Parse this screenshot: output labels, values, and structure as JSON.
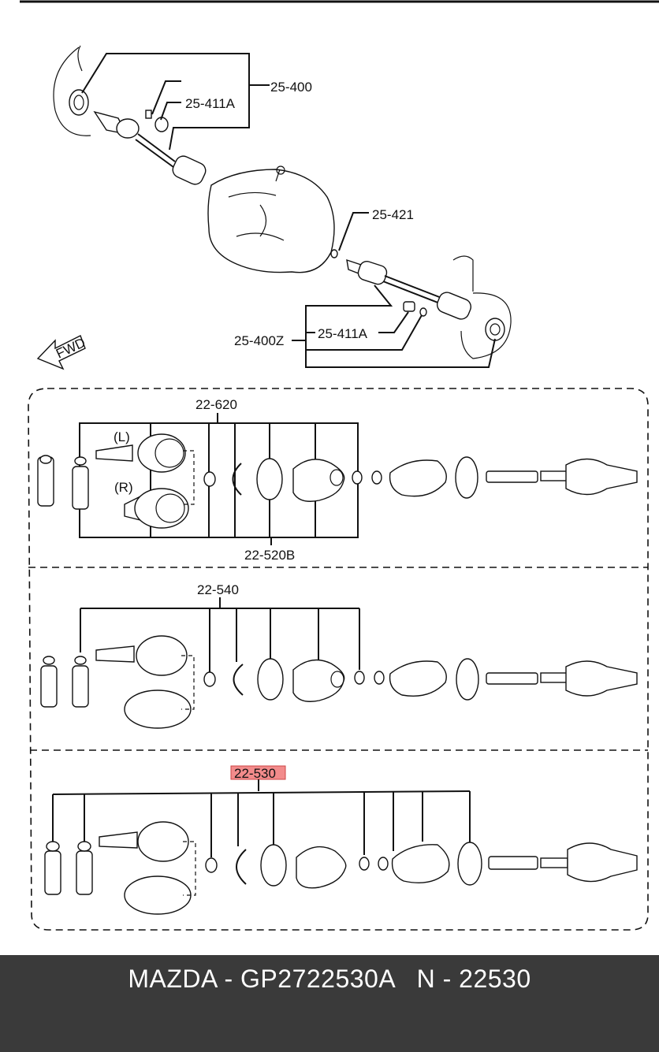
{
  "diagram": {
    "top_labels": {
      "assembly_left": "25-400",
      "boot_left": "25-411A",
      "seal_right": "25-421",
      "assembly_right": "25-400Z",
      "boot_right": "25-411A"
    },
    "fwd_label": "FWD",
    "panel1": {
      "label_top": "22-620",
      "label_bottom": "22-520B",
      "side_left": "(L)",
      "side_right": "(R)"
    },
    "panel2": {
      "label_top": "22-540"
    },
    "panel3": {
      "label_top": "22-530",
      "highlight_color": "#f28b8b"
    }
  },
  "footer": {
    "caption": "MAZDA - GP2722530A   N - 22530"
  }
}
